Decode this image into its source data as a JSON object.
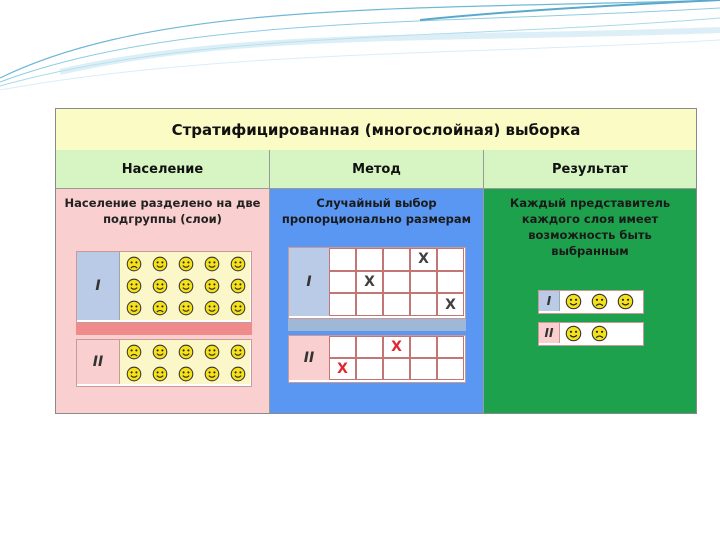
{
  "title": "Стратифицированная (многослойная) выборка",
  "headers": {
    "population": "Население",
    "method": "Метод",
    "result": "Результат"
  },
  "population": {
    "description": "Население разделено на две подгруппы (слои)",
    "layers": [
      {
        "label": "I",
        "faces": [
          "sad",
          "happy",
          "happy",
          "happy",
          "happy",
          "happy",
          "happy",
          "happy",
          "happy",
          "happy",
          "happy",
          "sad",
          "happy",
          "happy",
          "happy"
        ]
      },
      {
        "label": "II",
        "faces": [
          "sad",
          "happy",
          "happy",
          "happy",
          "happy",
          "happy",
          "happy",
          "happy",
          "happy",
          "happy"
        ]
      }
    ]
  },
  "method": {
    "description": "Случайный выбор пропорционально размерам",
    "layers": [
      {
        "label": "I",
        "marks": [
          {
            "row": 0,
            "col": 3,
            "text": "X"
          },
          {
            "row": 1,
            "col": 1,
            "text": "X"
          },
          {
            "row": 2,
            "col": 4,
            "text": "X"
          }
        ]
      },
      {
        "label": "II",
        "marks": [
          {
            "row": 0,
            "col": 2,
            "text": "X"
          },
          {
            "row": 1,
            "col": 0,
            "text": "X"
          }
        ]
      }
    ]
  },
  "result": {
    "description": "Каждый представитель каждого слоя имеет возможность быть выбранным",
    "layers": [
      {
        "label": "I",
        "faces": [
          "happy",
          "sad",
          "happy"
        ]
      },
      {
        "label": "II",
        "faces": [
          "happy",
          "sad"
        ]
      }
    ]
  },
  "colors": {
    "title_bg": "#fbfbc6",
    "header_bg": "#d6f5c3",
    "population_bg": "#f9cfcf",
    "method_bg": "#5a97f2",
    "result_bg": "#1ea14c",
    "layer_label_bg": "#b9cbe6",
    "face_fill": "#f5e01c",
    "x_dark": "#404040",
    "x_red": "#e0262e"
  }
}
